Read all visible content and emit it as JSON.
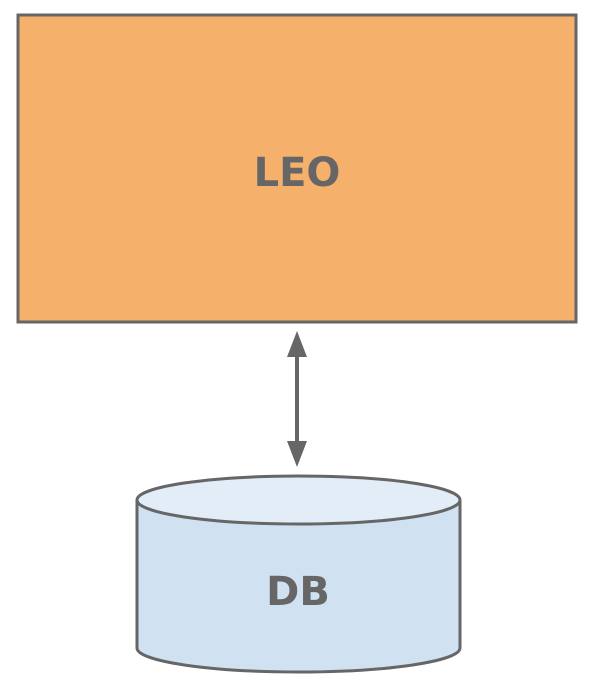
{
  "nodes": {
    "leo": {
      "label": "LEO",
      "fill": "#f5b06b"
    },
    "db": {
      "label": "DB",
      "fill": "#d0e2f2",
      "top_fill": "#e2edf8"
    }
  },
  "edge": {
    "from": "LEO",
    "to": "DB",
    "direction": "bidirectional"
  },
  "colors": {
    "stroke": "#666666"
  }
}
